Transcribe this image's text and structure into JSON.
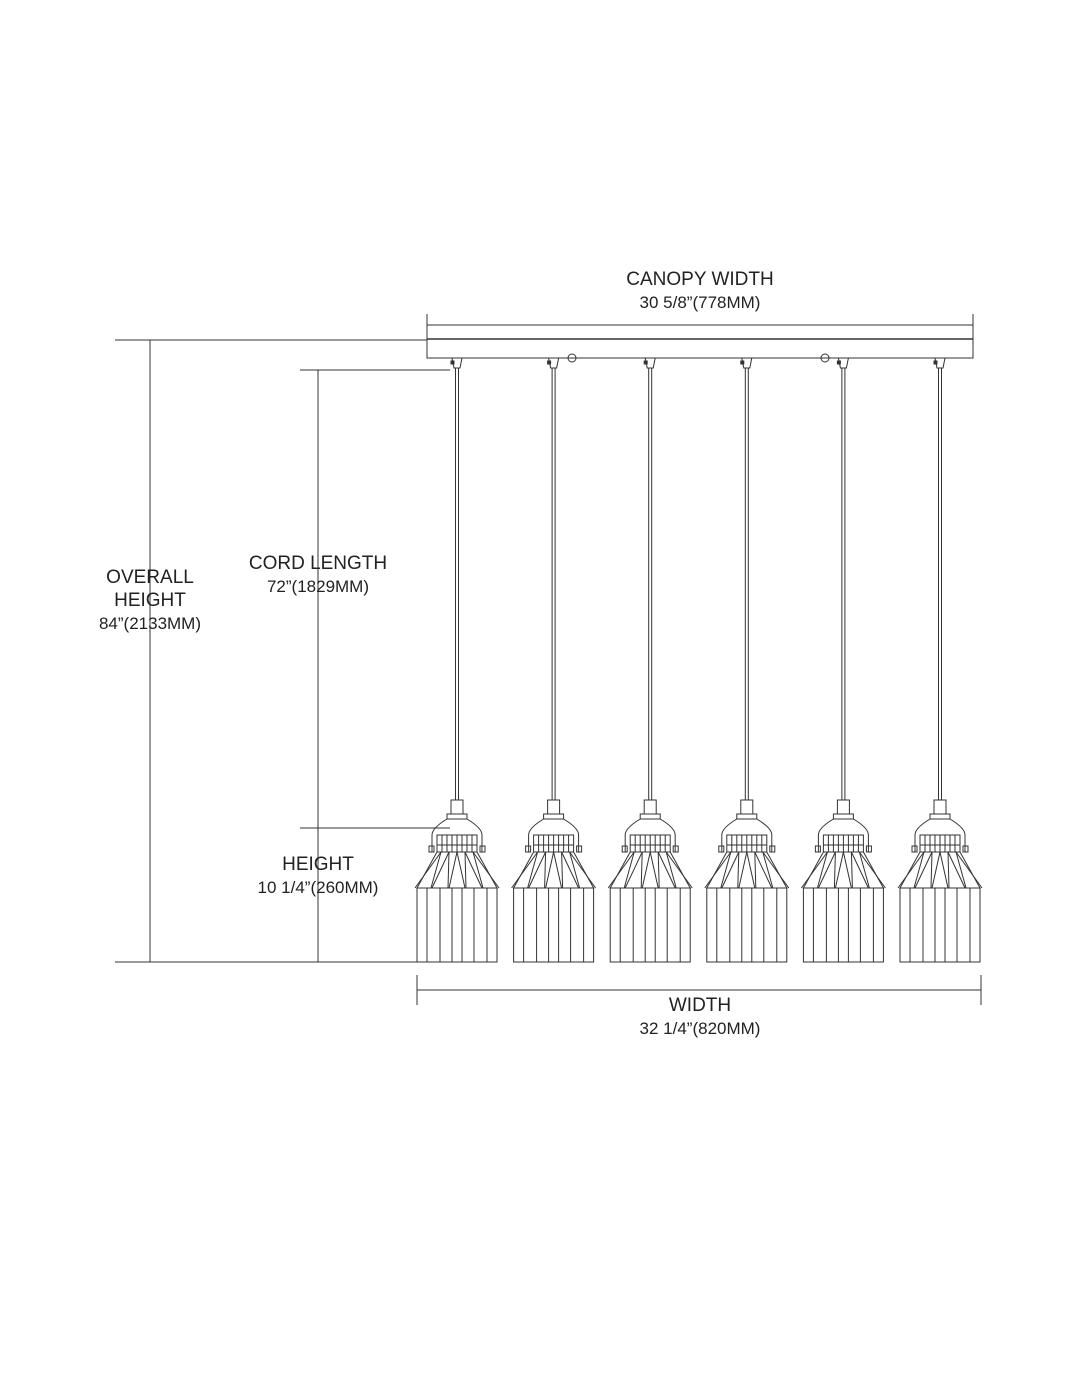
{
  "dimensions": {
    "canopy_width": {
      "label": "CANOPY WIDTH",
      "value": "30 5/8”(778MM)"
    },
    "overall_height": {
      "label_line1": "OVERALL",
      "label_line2": "HEIGHT",
      "value": "84”(2133MM)"
    },
    "cord_length": {
      "label": "CORD LENGTH",
      "value": "72”(1829MM)"
    },
    "height": {
      "label": "HEIGHT",
      "value": "10 1/4”(260MM)"
    },
    "width": {
      "label": "WIDTH",
      "value": "32 1/4”(820MM)"
    }
  },
  "fixture": {
    "pendant_count": 6,
    "line_color": "#333333"
  }
}
